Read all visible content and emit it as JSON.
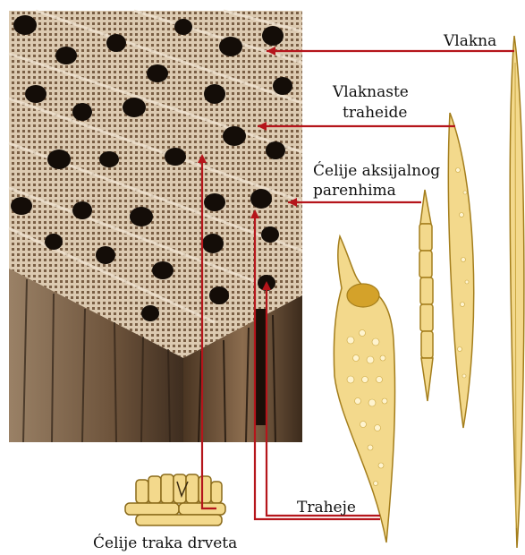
{
  "labels": {
    "fibers": "Vlakna",
    "fiber_tracheids_line1": "Vlaknaste",
    "fiber_tracheids_line2": "traheide",
    "axial_parenchyma_line1": "Ćelije aksijalnog",
    "axial_parenchyma_line2": "parenhima",
    "vessels": "Traheje",
    "ray_cells": "Ćelije traka drveta"
  },
  "colors": {
    "leader_line": "#b5151b",
    "cell_fill": "#f3d98c",
    "cell_stroke": "#a47e1c",
    "micrograph_dark": "#3a2a1c",
    "micrograph_light": "#cdb79b"
  }
}
